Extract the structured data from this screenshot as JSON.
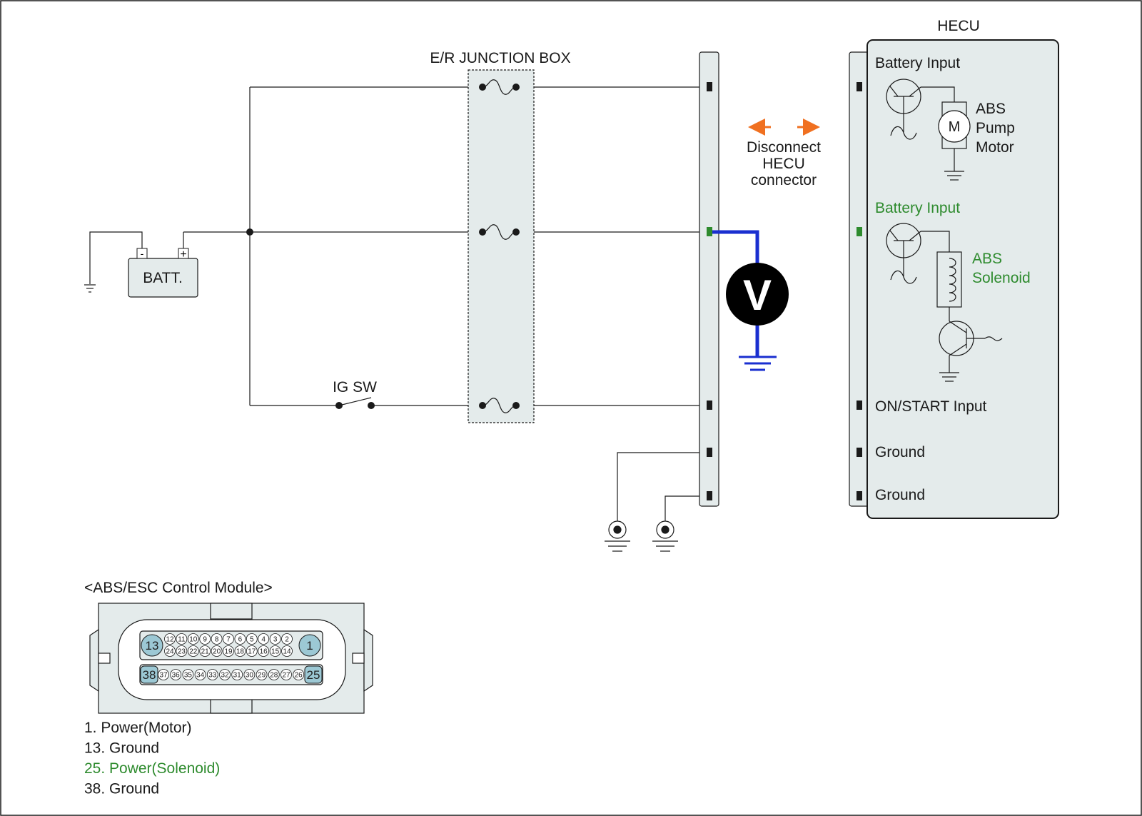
{
  "colors": {
    "wire": "#1a1a1a",
    "highlight": "#2e8b2e",
    "meter_lead": "#1a2fd0",
    "arrow": "#f07020",
    "panel_fill": "#e4ebeb",
    "pin_highlight": "#9cc8d4"
  },
  "battery": {
    "label": "BATT.",
    "neg_symbol": "-",
    "pos_symbol": "+"
  },
  "junction_box": {
    "title": "E/R JUNCTION BOX"
  },
  "ig_switch": {
    "label": "IG SW"
  },
  "meter": {
    "symbol": "V"
  },
  "disconnect_note": {
    "lines": [
      "Disconnect",
      "HECU",
      "connector"
    ]
  },
  "hecu": {
    "title": "HECU",
    "battery_input_1": "Battery Input",
    "motor_symbol": "M",
    "motor_label": [
      "ABS",
      "Pump",
      "Motor"
    ],
    "battery_input_2": "Battery Input",
    "solenoid_label": [
      "ABS",
      "Solenoid"
    ],
    "on_start_input": "ON/START Input",
    "ground_1": "Ground",
    "ground_2": "Ground"
  },
  "connector": {
    "title": "<ABS/ESC Control Module>",
    "row1_pins": [
      "12",
      "11",
      "10",
      "9",
      "8",
      "7",
      "6",
      "5",
      "4",
      "3",
      "2"
    ],
    "row2_pins": [
      "24",
      "23",
      "22",
      "21",
      "20",
      "19",
      "18",
      "17",
      "16",
      "15",
      "14"
    ],
    "row3_pins": [
      "37",
      "36",
      "35",
      "34",
      "33",
      "32",
      "31",
      "30",
      "29",
      "28",
      "27",
      "26"
    ],
    "big_pins": {
      "top_left": "13",
      "top_right": "1",
      "bottom_left": "38",
      "bottom_right": "25"
    }
  },
  "legend": [
    {
      "text": "1. Power(Motor)",
      "highlight": false
    },
    {
      "text": "13. Ground",
      "highlight": false
    },
    {
      "text": "25. Power(Solenoid)",
      "highlight": true
    },
    {
      "text": "38. Ground",
      "highlight": false
    }
  ]
}
